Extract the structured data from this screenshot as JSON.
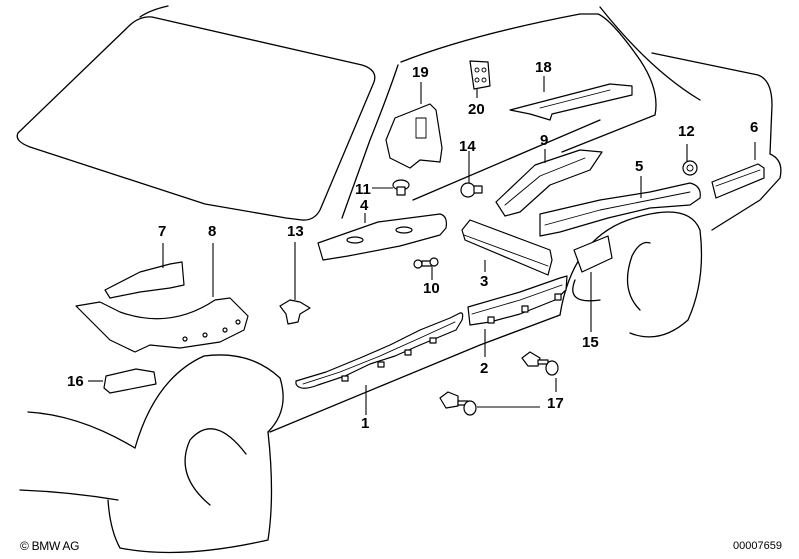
{
  "diagram": {
    "title": "BMW parts diagram - side sill / wheel arch trim mounting parts",
    "callouts": [
      {
        "id": "1",
        "label": "1"
      },
      {
        "id": "2",
        "label": "2"
      },
      {
        "id": "3",
        "label": "3"
      },
      {
        "id": "4",
        "label": "4"
      },
      {
        "id": "5",
        "label": "5"
      },
      {
        "id": "6",
        "label": "6"
      },
      {
        "id": "7",
        "label": "7"
      },
      {
        "id": "8",
        "label": "8"
      },
      {
        "id": "9",
        "label": "9"
      },
      {
        "id": "10",
        "label": "10"
      },
      {
        "id": "11",
        "label": "11"
      },
      {
        "id": "12",
        "label": "12"
      },
      {
        "id": "13",
        "label": "13"
      },
      {
        "id": "14",
        "label": "14"
      },
      {
        "id": "15",
        "label": "15"
      },
      {
        "id": "16",
        "label": "16"
      },
      {
        "id": "17",
        "label": "17"
      },
      {
        "id": "18",
        "label": "18"
      },
      {
        "id": "19",
        "label": "19"
      },
      {
        "id": "20",
        "label": "20"
      }
    ]
  },
  "footer": {
    "copyright": "© BMW AG",
    "document_number": "00007659"
  }
}
